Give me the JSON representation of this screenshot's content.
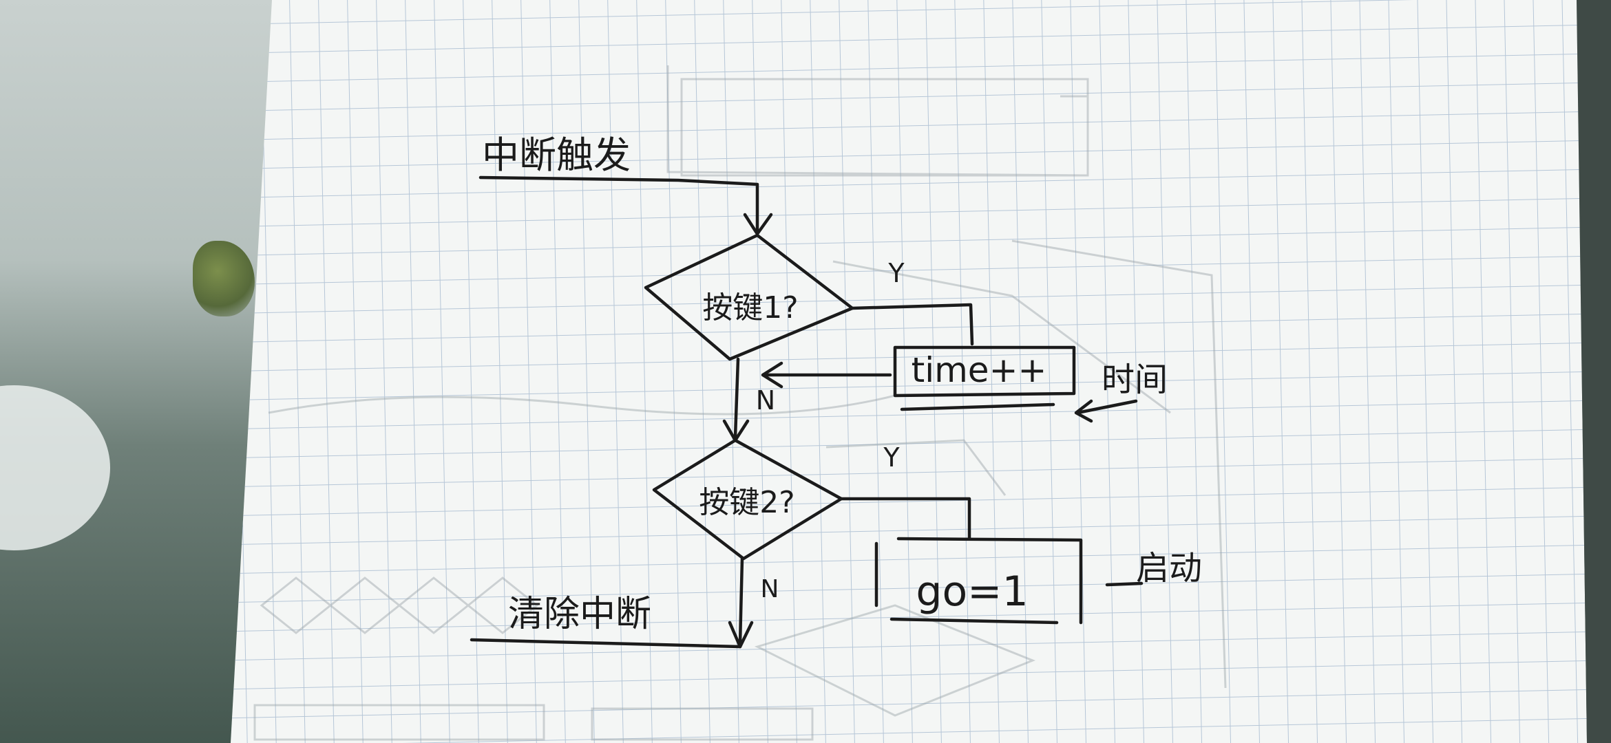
{
  "diagram": {
    "start_label": "中断触发",
    "decision1_label": "按键1?",
    "decision2_label": "按键2?",
    "process1_label": "time++",
    "process2_label": "go=1",
    "note1_label": "时间",
    "note2_label": "启动",
    "end_label": "清除中断",
    "yes_label": "Y",
    "no_label": "N"
  },
  "colors": {
    "ink": "#1b1b1b",
    "grid": "#a9bcd0",
    "paper": "#f3f5f4",
    "pencil": "#9aa3a8"
  }
}
